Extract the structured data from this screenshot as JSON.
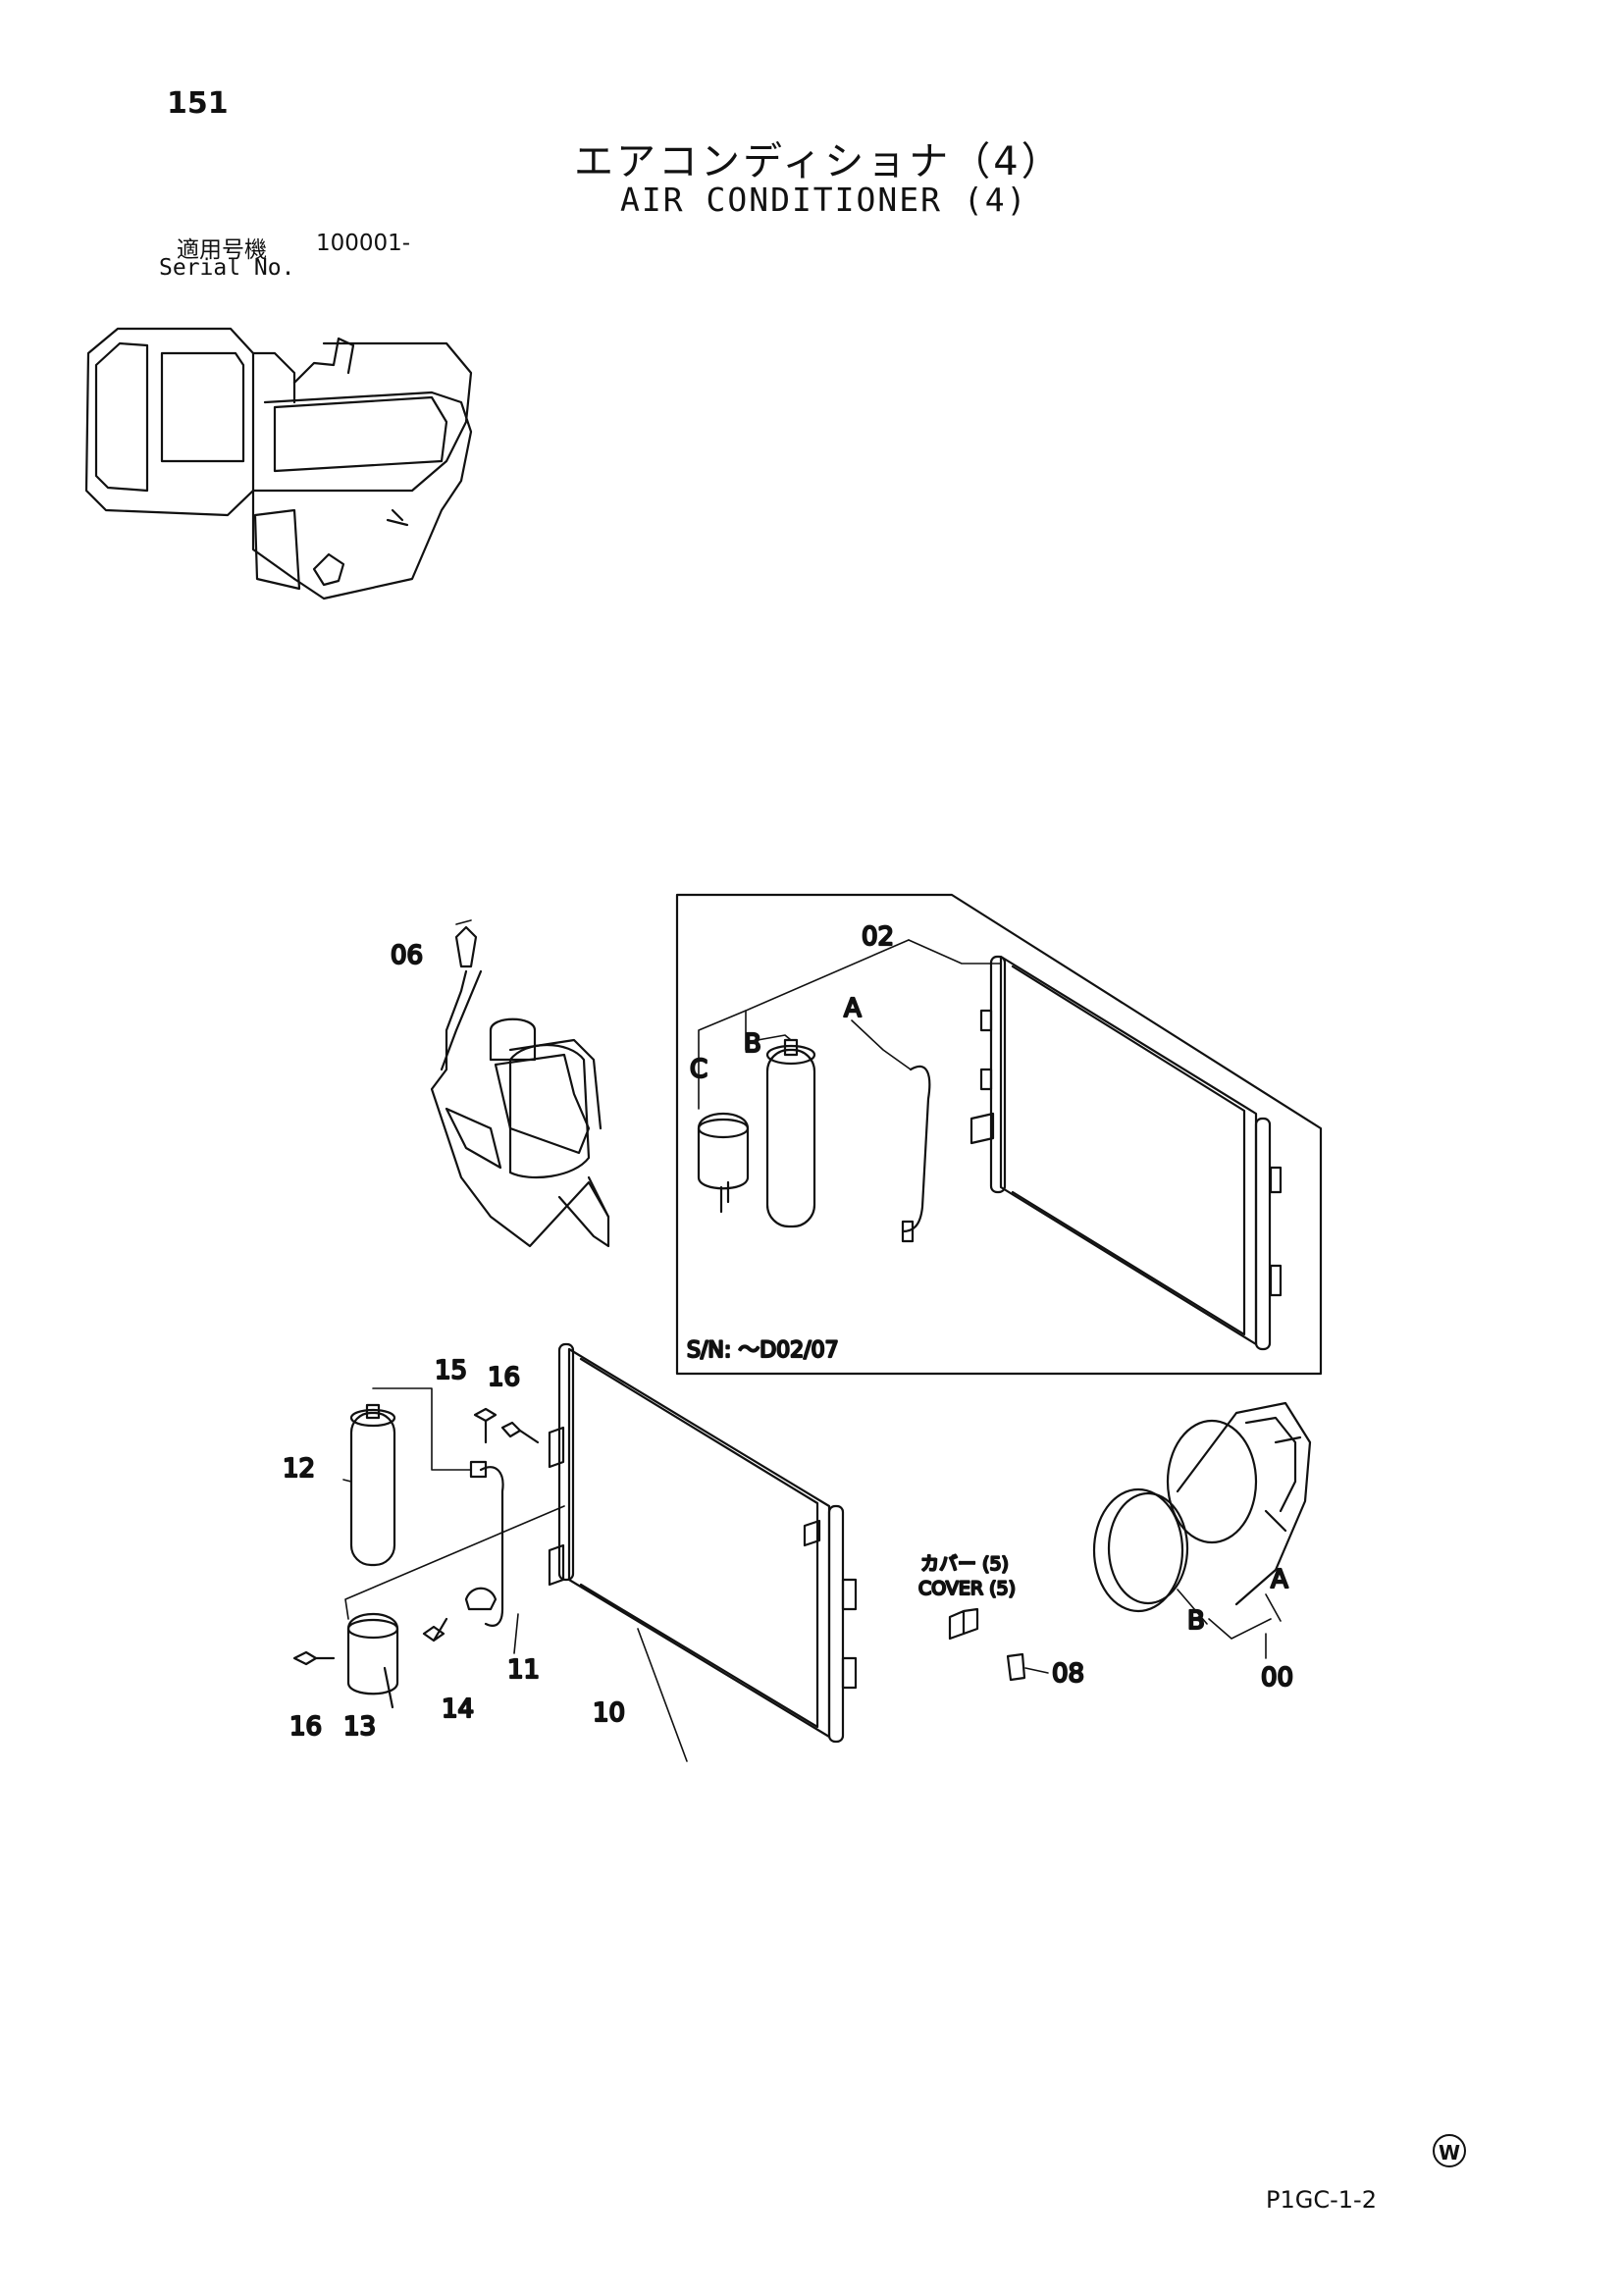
{
  "header": {
    "page_number": "151",
    "title_jp": "エアコンディショナ（4）",
    "title_en": "AIR CONDITIONER (4)",
    "serial_label_jp": "適用号機",
    "serial_range": "100001-",
    "serial_label_en": "Serial No."
  },
  "callouts": {
    "p06": "06",
    "p02": "02",
    "pA_upper": "A",
    "pB_upper": "B",
    "pC_upper": "C",
    "sn": "S/N: ～D02/07",
    "p15": "15",
    "p16_upper": "16",
    "p12": "12",
    "p11": "11",
    "p14": "14",
    "p16_lower": "16",
    "p13": "13",
    "p10": "10",
    "cover_jp": "カバー (5)",
    "cover_en": "COVER (5)",
    "p08": "08",
    "pA_comp": "A",
    "pB_comp": "B",
    "p00": "00"
  },
  "footer": {
    "watermark": "W",
    "drawing_code": "P1GC-1-2"
  }
}
